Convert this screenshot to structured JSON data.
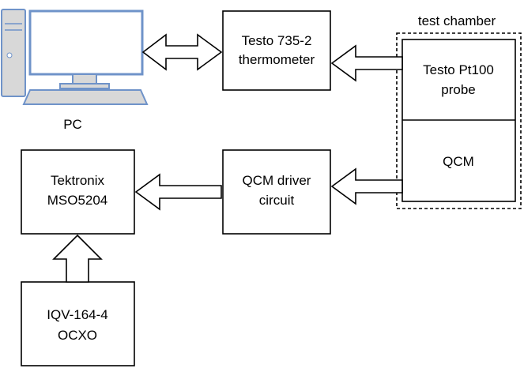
{
  "diagram": {
    "pc_label": "PC",
    "thermometer": [
      "Testo 735-2",
      "thermometer"
    ],
    "chamber_title": "test chamber",
    "probe": [
      "Testo Pt100",
      "probe"
    ],
    "qcm": "QCM",
    "driver": [
      "QCM driver",
      "circuit"
    ],
    "oscilloscope": [
      "Tektronix",
      "MSO5204"
    ],
    "ocxo": [
      "IQV-164-4",
      "OCXO"
    ]
  }
}
